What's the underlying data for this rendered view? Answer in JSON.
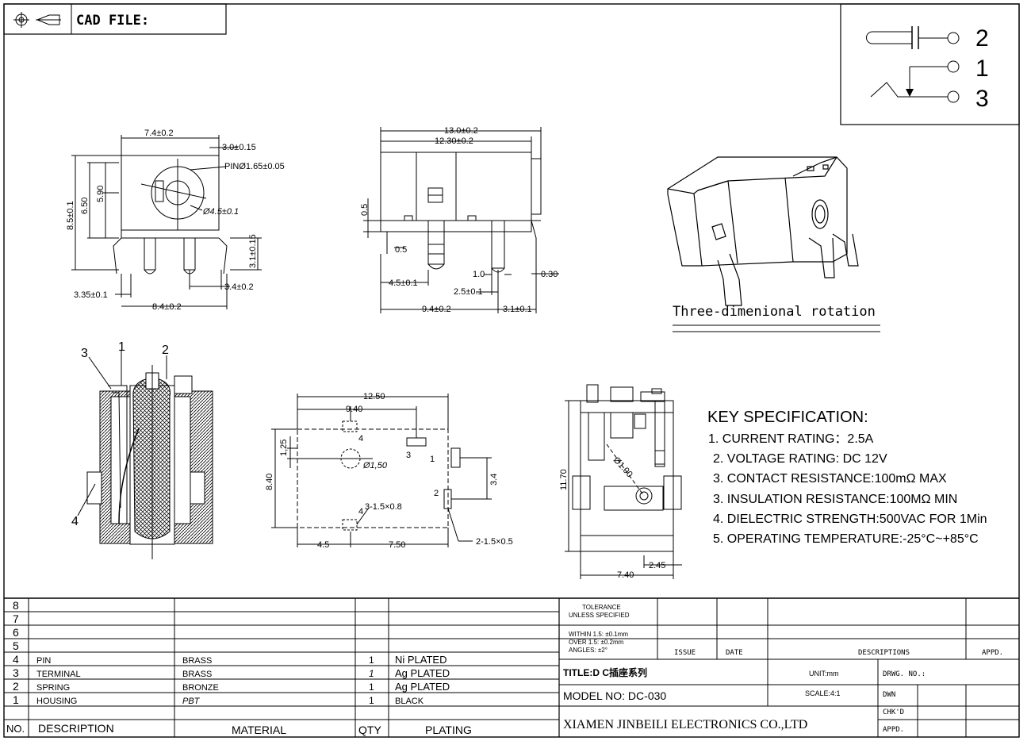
{
  "header": {
    "cad_label": "CAD FILE:"
  },
  "pin_symbol": {
    "pin_2": "2",
    "pin_1": "1",
    "pin_3": "3"
  },
  "front_view": {
    "width": "7.4±0.2",
    "top_offset": "3.0±0.15",
    "pin": "PINØ1.65±0.05",
    "hole": "Ø4.5±0.1",
    "height": "8.5±0.1",
    "h_650": "6.50",
    "h_590": "5.90",
    "pin_len": "3.1±0.15",
    "pin_gap": "3.4±0.2",
    "left_off": "3.35±0.1",
    "bottom_w": "8.4±0.2"
  },
  "side_view": {
    "length": "13.0±0.2",
    "inner": "12.30±0.2",
    "d_05a": "0.5",
    "d_05b": "0.5",
    "d_45": "4.5±0.1",
    "d_10": "1.0",
    "d_030": "0.30",
    "d_25": "2.5±0.1",
    "d_94": "9.4±0.2",
    "d_31": "3.1±0.1"
  },
  "iso_view": {
    "caption": "Three-dimenional rotation"
  },
  "section_view": {
    "c3": "3",
    "c1": "1",
    "c2": "2",
    "c4": "4"
  },
  "footprint": {
    "w": "12.50",
    "w2": "9.40",
    "h1": "1,25",
    "h": "8.40",
    "hole": "Ø1,50",
    "p4a": "4",
    "p3": "3",
    "p1": "1",
    "p2": "2",
    "p4b": "4",
    "slot3": "3-1.5×0.8",
    "d34": "3.4",
    "slot2": "2-1.5×0.5",
    "b45": "4.5",
    "b750": "7.50"
  },
  "end_view": {
    "h": "11.70",
    "hole": "Ø1.00",
    "w245": "2.45",
    "w740": "7.40"
  },
  "spec": {
    "title": "KEY SPECIFICATION:",
    "items": [
      "1. CURRENT RATING：2.5A",
      "2. VOLTAGE RATING: DC 12V",
      "3. CONTACT RESISTANCE:100mΩ MAX",
      "3. INSULATION RESISTANCE:100MΩ MIN",
      "4. DIELECTRIC STRENGTH:500VAC FOR 1Min",
      "5. OPERATING TEMPERATURE:-25°C~+85°C"
    ]
  },
  "bom": {
    "rows": [
      {
        "no": "8",
        "desc": "",
        "material": "",
        "qty": "",
        "plating": ""
      },
      {
        "no": "7",
        "desc": "",
        "material": "",
        "qty": "",
        "plating": ""
      },
      {
        "no": "6",
        "desc": "",
        "material": "",
        "qty": "",
        "plating": ""
      },
      {
        "no": "5",
        "desc": "",
        "material": "",
        "qty": "",
        "plating": ""
      },
      {
        "no": "4",
        "desc": "PIN",
        "material": "BRASS",
        "qty": "1",
        "plating": "Ni  PLATED"
      },
      {
        "no": "3",
        "desc": "TERMINAL",
        "material": "BRASS",
        "qty": "1",
        "plating": "Ag  PLATED"
      },
      {
        "no": "2",
        "desc": "SPRING",
        "material": "BRONZE",
        "qty": "1",
        "plating": "Ag  PLATED"
      },
      {
        "no": "1",
        "desc": "HOUSING",
        "material": "PBT",
        "qty": "1",
        "plating": "BLACK"
      }
    ],
    "header": {
      "no": "NO.",
      "desc": "DESCRIPTION",
      "material": "MATERIAL",
      "qty": "QTY",
      "plating": "PLATING"
    }
  },
  "title_block": {
    "tol_title_1": "TOLERANCE",
    "tol_title_2": "UNLESS  SPECIFIED",
    "tol_1": "WITHIN 1.5: ±0.1mm",
    "tol_2": "OVER 1.5:  ±0.2mm",
    "tol_3": "ANGLES: ±2°",
    "issue": "ISSUE",
    "date": "DATE",
    "descriptions": "DESCRIPTIONS",
    "appd_top": "APPD.",
    "title": "TITLE:D C插座系列",
    "unit": "UNIT:mm",
    "drwg_no": "DRWG. NO.:",
    "model": "MODEL  NO: DC-030",
    "scale": "SCALE:4:1",
    "dwn": "DWN",
    "chkd": "CHK'D",
    "company": "XIAMEN JINBEILI ELECTRONICS CO.,LTD",
    "appd": "APPD."
  }
}
